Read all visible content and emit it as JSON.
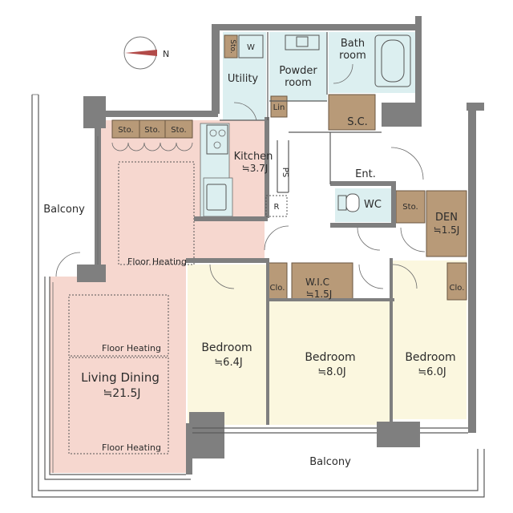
{
  "compass": {
    "label": "N",
    "icon": "compass-icon"
  },
  "colors": {
    "living": "#f6d7cf",
    "bedroom": "#fbf7df",
    "wet": "#dceff0",
    "storage": "#b89a78",
    "wall": "#7f7f7f"
  },
  "rooms": {
    "living": {
      "name": "Living Dining",
      "size": "≒21.5J"
    },
    "kitchen": {
      "name": "Kitchen",
      "size": "≒3.7J"
    },
    "bed1": {
      "name": "Bedroom",
      "size": "≒6.4J"
    },
    "bed2": {
      "name": "Bedroom",
      "size": "≒8.0J"
    },
    "bed3": {
      "name": "Bedroom",
      "size": "≒6.0J"
    },
    "den": {
      "name": "DEN",
      "size": "≒1.5J"
    },
    "wic": {
      "name": "W.I.C",
      "size": "≒1.5J"
    },
    "bath": {
      "name_line1": "Bath",
      "name_line2": "room"
    },
    "powder": {
      "name_line1": "Powder",
      "name_line2": "room"
    },
    "utility": "Utility",
    "entrance": "Ent.",
    "wc": "WC",
    "sc": "S.C.",
    "balcony_left": "Balcony",
    "balcony_bottom": "Balcony"
  },
  "storage_labels": {
    "sto": "Sto.",
    "clo": "Clo.",
    "lin": "Lin",
    "w": "W",
    "ps": "PS",
    "r": "R"
  },
  "floor_heating": {
    "kitchen_area": "Floor Heating",
    "living_top": "Floor Heating",
    "living_bottom": "Floor Heating"
  }
}
